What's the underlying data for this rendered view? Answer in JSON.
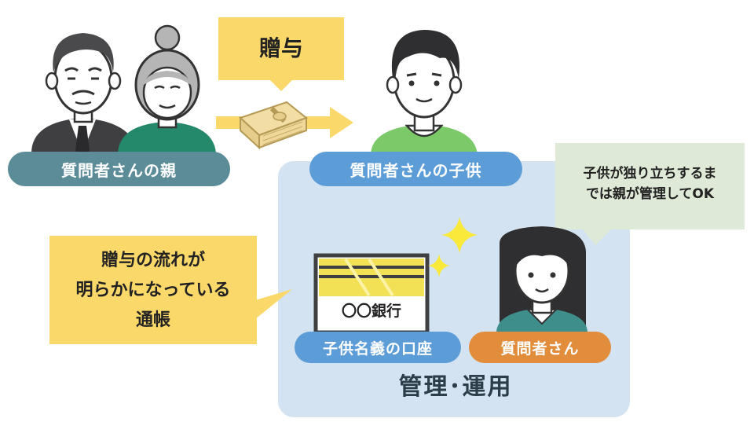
{
  "top_bubble": {
    "text": "贈与"
  },
  "labels": {
    "parents": "質問者さんの親",
    "child": "質問者さんの子供",
    "account": "子供名義の口座",
    "asker": "質問者さん",
    "manage": "管理･運用"
  },
  "left_bubble": {
    "lines": [
      "贈与の流れが",
      "明らかになっている",
      "通帳"
    ]
  },
  "right_bubble": {
    "lines": [
      "子供が独り立ちするま",
      "では親が管理してOK"
    ]
  },
  "passbook": {
    "text": "〇〇銀行"
  },
  "colors": {
    "panel": "#d3e3f1",
    "yellow_bubble": "#fbd86a",
    "green_bubble": "#deead7",
    "pill_blue": "#5c9dd8",
    "pill_teal": "#5b8c98",
    "pill_orange": "#e28d3c",
    "sparkle": "#f9e93a"
  }
}
